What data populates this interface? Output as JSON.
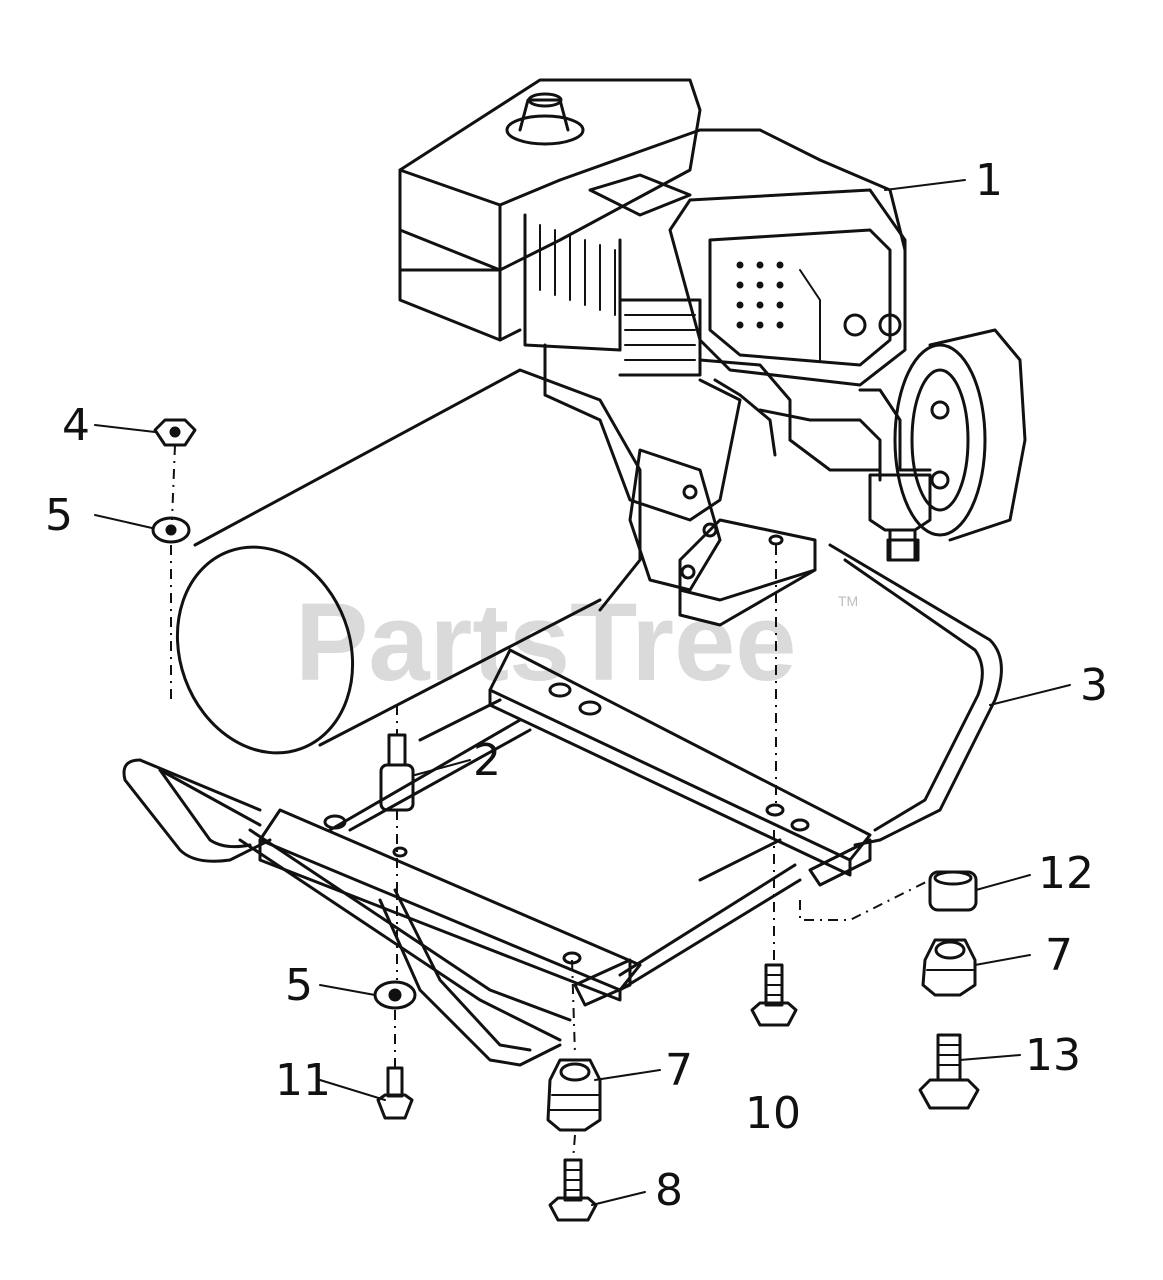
{
  "watermark": {
    "text": "PartsTree",
    "trademark": "TM"
  },
  "callouts": [
    {
      "id": "1",
      "text": "1"
    },
    {
      "id": "2",
      "text": "2"
    },
    {
      "id": "3",
      "text": "3"
    },
    {
      "id": "4",
      "text": "4"
    },
    {
      "id": "5a",
      "text": "5"
    },
    {
      "id": "5b",
      "text": "5"
    },
    {
      "id": "7a",
      "text": "7"
    },
    {
      "id": "7b",
      "text": "7"
    },
    {
      "id": "8",
      "text": "8"
    },
    {
      "id": "10",
      "text": "10"
    },
    {
      "id": "11",
      "text": "11"
    },
    {
      "id": "12",
      "text": "12"
    },
    {
      "id": "13",
      "text": "13"
    }
  ]
}
